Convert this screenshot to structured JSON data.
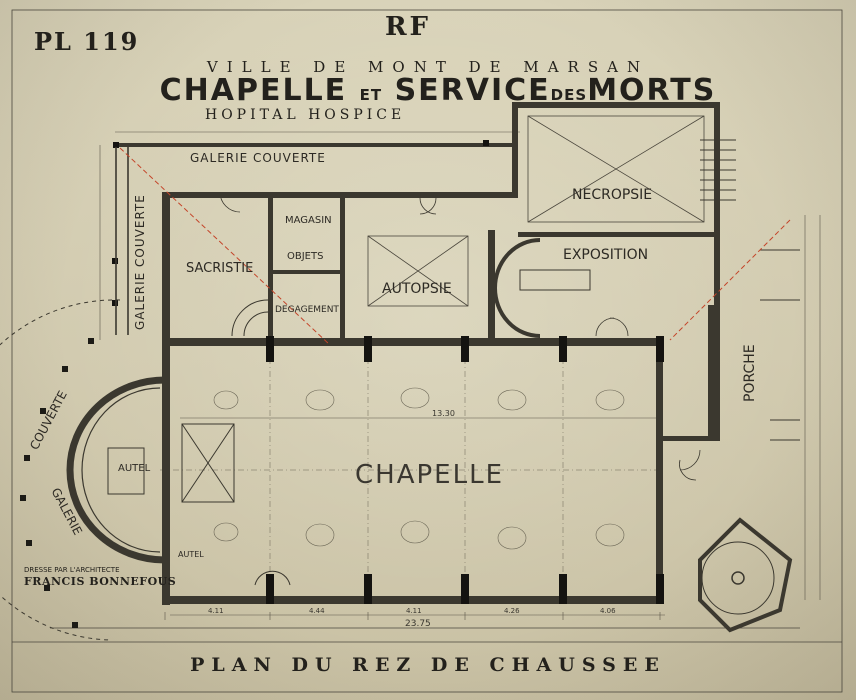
{
  "header": {
    "plate": "PL 119",
    "rf": "RF",
    "city": "VILLE DE MONT DE MARSAN",
    "title_main_1": "CHAPELLE",
    "title_small_1": "ET",
    "title_main_2": "SERVICE",
    "title_small_2": "DES",
    "title_main_3": "MORTS",
    "subtitle": "HOPITAL HOSPICE"
  },
  "rooms": {
    "galerie_couverte_top": "GALERIE COUVERTE",
    "galerie_couverte_left": "GALERIE COUVERTE",
    "galerie_couverte_curve_1": "COUVERTE",
    "galerie_couverte_curve_2": "GALERIE",
    "sacristie": "SACRISTIE",
    "magasin": "MAGASIN",
    "objets": "OBJETS",
    "degagement": "DEGAGEMENT",
    "autopsie": "AUTOPSIE",
    "necropsie": "NECROPSIE",
    "exposition": "EXPOSITION",
    "porche": "PORCHE",
    "autel_main": "AUTEL",
    "autel_small": "AUTEL",
    "chapelle": "CHAPELLE"
  },
  "dimensions": {
    "overall_width": "23.75",
    "chapel_width": "13.30",
    "bay_1": "4.11",
    "bay_2": "4.44",
    "bay_3": "4.11",
    "bay_4": "4.26",
    "bay_5": "4.06"
  },
  "footer": {
    "architect_caption": "DRESSE PAR L'ARCHITECTE",
    "architect_name": "FRANCIS BONNEFOUS",
    "plan_title": "PLAN DU REZ DE CHAUSSEE"
  },
  "colors": {
    "paper": "#d6cfb4",
    "ink": "#2a2822",
    "red_line": "#c4452a"
  }
}
